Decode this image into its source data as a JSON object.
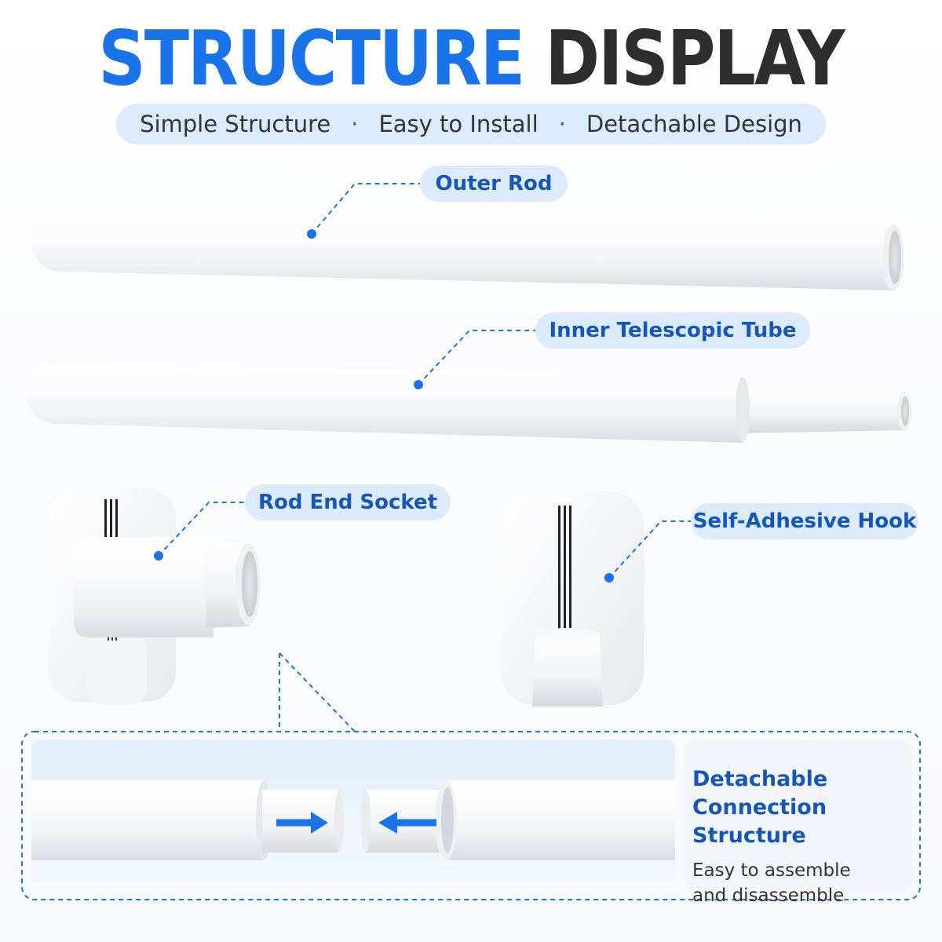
{
  "header": {
    "title_blue": "STRUCTURE",
    "title_dark": "DISPLAY",
    "features": [
      "Simple Structure",
      "Easy to Install",
      "Detachable Design"
    ],
    "separator": "·"
  },
  "parts": {
    "outer_rod": "Outer Rod",
    "inner_tube": "Inner Telescopic Tube",
    "rod_end_socket": "Rod End Socket",
    "self_adhesive_hook": "Self-Adhesive Hook"
  },
  "connection": {
    "title_line1": "Detachable",
    "title_line2": "Connection Structure",
    "desc_line1": "Easy to assemble",
    "desc_line2": "and disassemble"
  },
  "colors": {
    "accent": "#1a73e8",
    "label_bg": "#dcebfb",
    "label_text": "#1556b8",
    "title_dark": "#2e2e2e"
  }
}
